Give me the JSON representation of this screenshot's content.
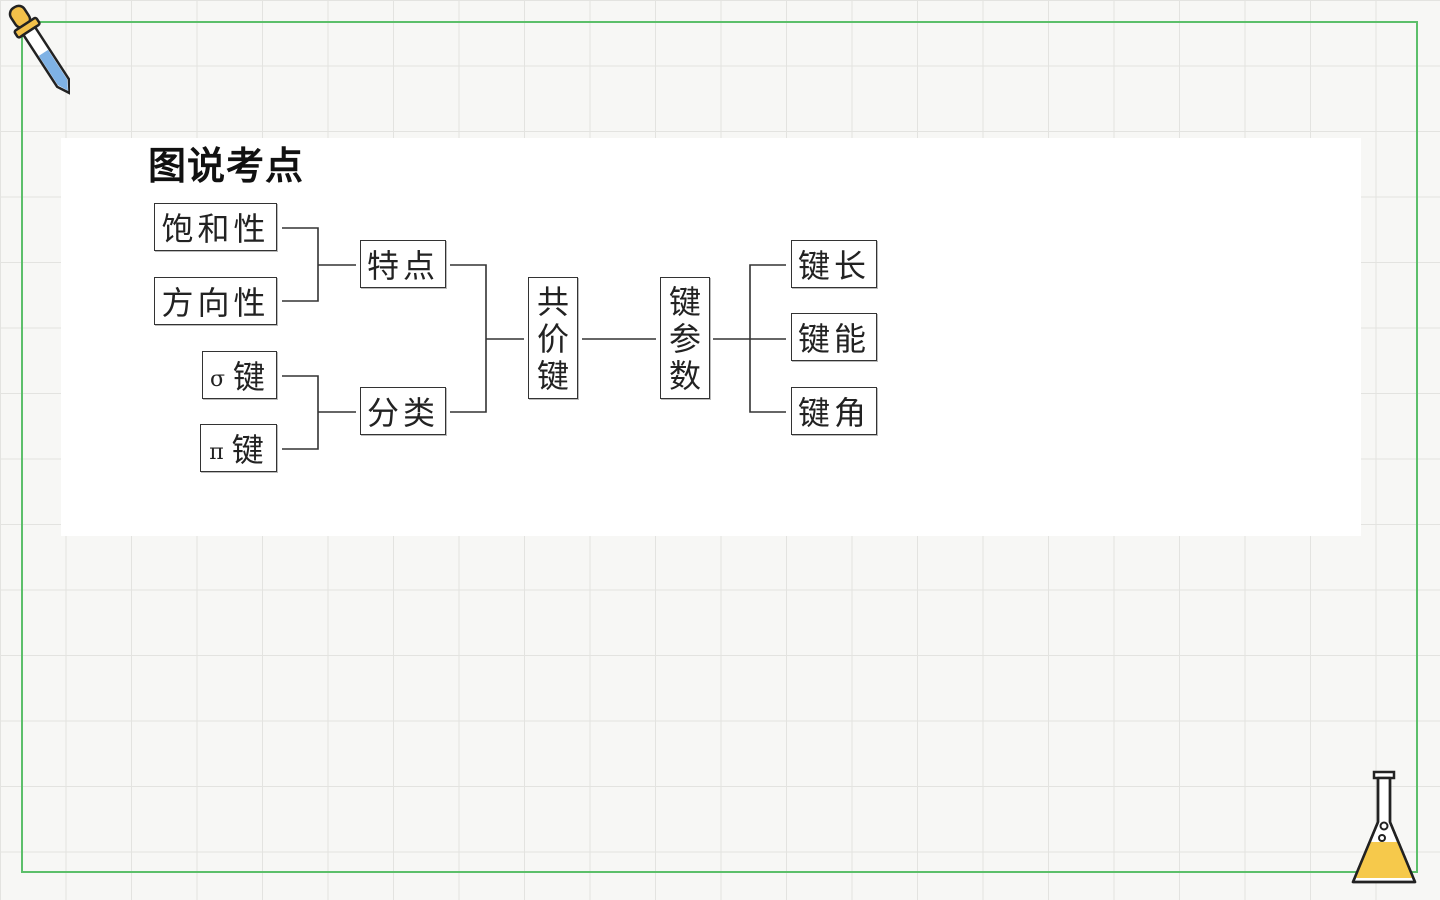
{
  "title": "图说考点",
  "boxes": {
    "saturation": "饱和性",
    "directionality": "方向性",
    "sigma_symbol": "σ",
    "pi_symbol": "π",
    "bond_char": "键",
    "features": "特点",
    "classification": "分类",
    "covalent_bond": [
      "共",
      "价",
      "键"
    ],
    "bond_parameters": [
      "键",
      "参",
      "数"
    ],
    "bond_length": "键长",
    "bond_energy": "键能",
    "bond_angle": "键角"
  },
  "icons": [
    "dropper-icon",
    "flask-icon"
  ],
  "colors": {
    "frame": "#5cbf6a",
    "flask_liquid": "#f6c94b",
    "dropper_cap": "#f2c04a"
  }
}
